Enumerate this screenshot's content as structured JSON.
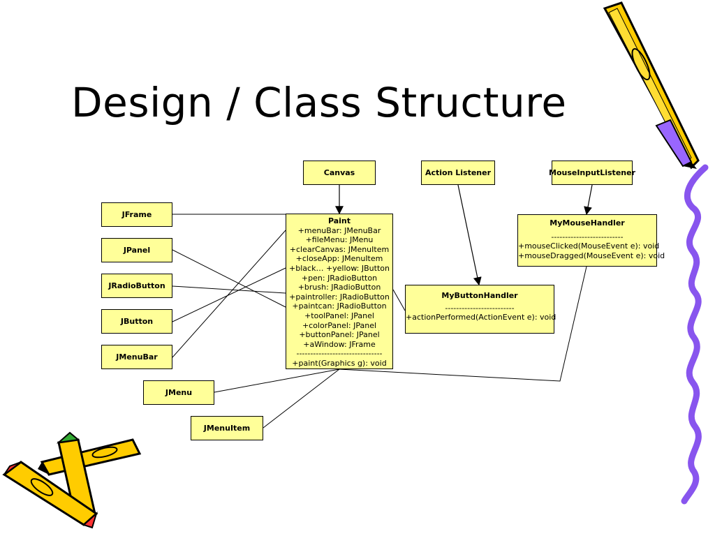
{
  "slide": {
    "title": "Design / Class Structure"
  },
  "diagram": {
    "interfaces": {
      "canvas": "Canvas",
      "action_listener": "Action Listener",
      "mouse_input_listener": "MouseInputListener"
    },
    "components": {
      "jframe": "JFrame",
      "jpanel": "JPanel",
      "jradiobutton": "JRadioButton",
      "jbutton": "JButton",
      "jmenubar": "JMenuBar",
      "jmenu": "JMenu",
      "jmenuitem": "JMenuItem"
    },
    "paint": {
      "name": "Paint",
      "attributes": [
        "+menuBar: JMenuBar",
        "+fileMenu: JMenu",
        "+clearCanvas: JMenuItem",
        "+closeApp: JMenuItem",
        "+black… +yellow: JButton",
        "+pen: JRadioButton",
        "+brush: JRadioButton",
        "+paintroller: JRadioButton",
        "+paintcan: JRadioButton",
        "+toolPanel: JPanel",
        "+colorPanel: JPanel",
        "+buttonPanel: JPanel",
        "+aWindow: JFrame"
      ],
      "separator": "-------------------------------",
      "methods": [
        "+paint(Graphics g): void"
      ]
    },
    "my_button_handler": {
      "name": "MyButtonHandler",
      "separator": "-------------------------",
      "methods": [
        "+actionPerformed(ActionEvent e): void"
      ]
    },
    "my_mouse_handler": {
      "name": "MyMouseHandler",
      "separator": "--------------------------",
      "methods": [
        "+mouseClicked(MouseEvent e): void",
        "+mouseDragged(MouseEvent e): void"
      ]
    }
  },
  "colors": {
    "box_fill": "#ffff99",
    "pencil_yellow": "#ffcc00",
    "pencil_purple": "#9966ff",
    "squiggle_purple": "#8855ee",
    "pencil_red": "#ff3333",
    "pencil_green": "#33aa33"
  },
  "icons": [
    "pencil-icon",
    "squiggle-line-decoration",
    "crossed-pencils-icon"
  ]
}
